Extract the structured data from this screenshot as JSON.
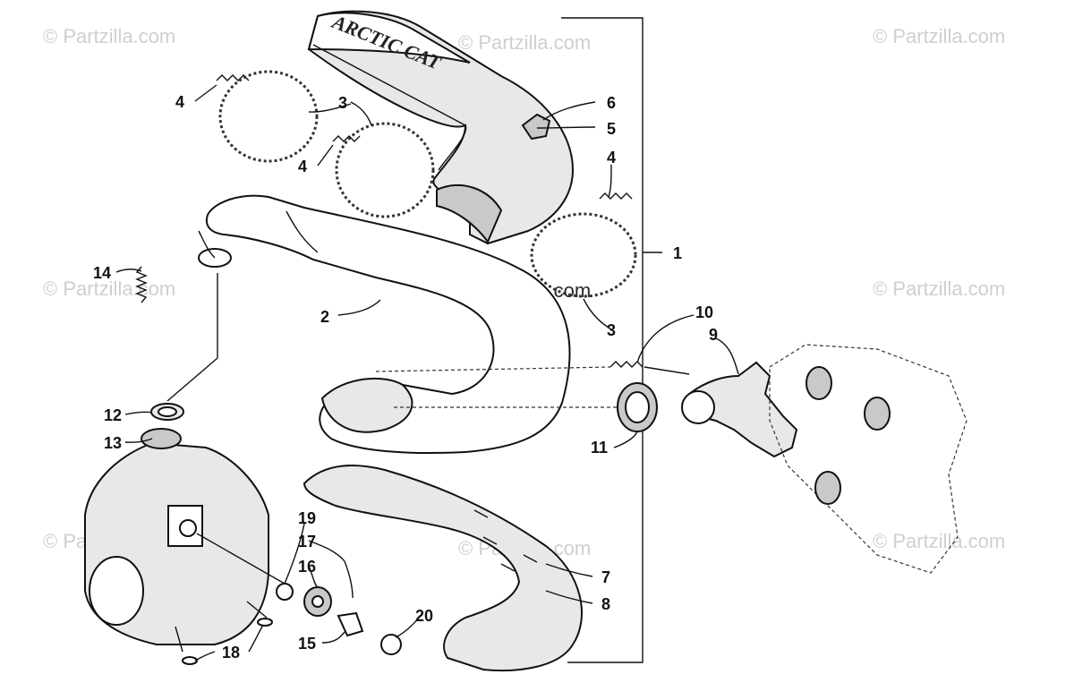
{
  "watermark": {
    "corner": "© Partzilla.com",
    "center": "© Partzilla.com"
  },
  "brand_text": "ARCTIC CAT",
  "callouts": [
    "1",
    "2",
    "3",
    "3",
    "3",
    "4",
    "4",
    "4",
    "5",
    "6",
    "7",
    "8",
    "9",
    "10",
    "11",
    "12",
    "13",
    "14",
    "15",
    "16",
    "17",
    "18",
    "19",
    "20"
  ]
}
